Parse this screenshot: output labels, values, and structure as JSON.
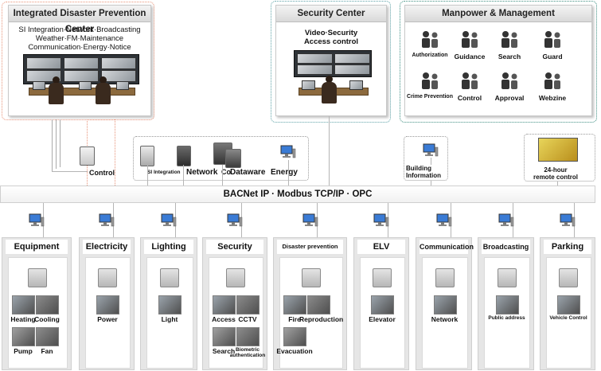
{
  "integrated": {
    "title": "Integrated Disaster Prevention Center",
    "lines": [
      "SI Integration·Network·Broadcasting",
      "Weather·FM·Maintenance",
      "Communication·Energy·Notice"
    ]
  },
  "security_center": {
    "title": "Security Center",
    "lines": [
      "Video·Security",
      "Access control"
    ]
  },
  "manpower": {
    "title": "Manpower & Management",
    "items": [
      {
        "label": "Authorization",
        "icon": "authorization-icon"
      },
      {
        "label": "Guidance",
        "icon": "guidance-icon"
      },
      {
        "label": "Search",
        "icon": "search-icon"
      },
      {
        "label": "Guard",
        "icon": "guard-icon"
      },
      {
        "label": "Crime Prevention",
        "icon": "crime-prevention-icon"
      },
      {
        "label": "Control",
        "icon": "control-icon"
      },
      {
        "label": "Approval",
        "icon": "approval-icon"
      },
      {
        "label": "Webzine",
        "icon": "webzine-icon"
      }
    ]
  },
  "servers": {
    "control": "Control",
    "si_integration": "SI Integration",
    "network": "Network",
    "co": "Co",
    "dataware": "Dataware",
    "energy": "Energy",
    "building": "Building\nInformation",
    "remote": "24-hour\nremote control"
  },
  "bus": {
    "label": "BACNet IP · Modbus TCP/IP · OPC"
  },
  "subsystems": [
    {
      "title": "Equipment",
      "tiles": [
        "Heating",
        "Cooling",
        "Pump",
        "Fan"
      ]
    },
    {
      "title": "Electricity",
      "tiles": [
        "Power"
      ]
    },
    {
      "title": "Lighting",
      "tiles": [
        "Light"
      ]
    },
    {
      "title": "Security",
      "tiles": [
        "Access",
        "CCTV",
        "Search",
        "Biometric authentication"
      ]
    },
    {
      "title": "Disaster prevention ELV",
      "tiles": [
        "Fire",
        "Reproduction",
        "Evacuation"
      ]
    },
    {
      "title": "ELV",
      "tiles": [
        "Elevator"
      ]
    },
    {
      "title": "Communication",
      "tiles": [
        "Network"
      ]
    },
    {
      "title": "Broadcasting",
      "tiles": [
        "Public address"
      ]
    },
    {
      "title": "Parking",
      "tiles": [
        "Vehicle Control"
      ]
    }
  ],
  "colors": {
    "integrated_border": "#e8947a",
    "security_border": "#5fa3a8",
    "manpower_border": "#3f8f82",
    "server_group_border": "#999999"
  }
}
